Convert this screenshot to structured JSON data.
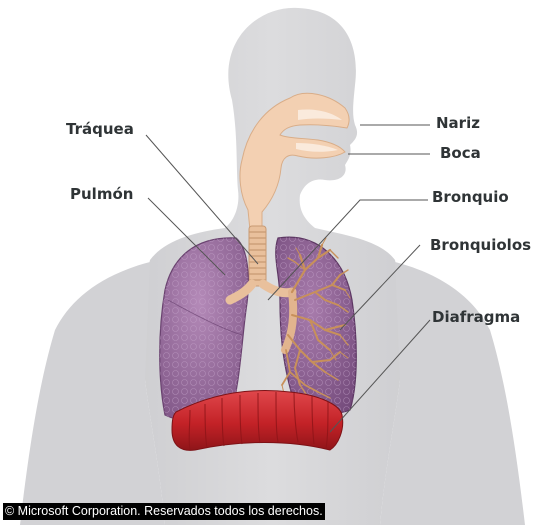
{
  "labels": {
    "nose": "Nariz",
    "mouth": "Boca",
    "trachea": "Tráquea",
    "lung": "Pulmón",
    "bronchus": "Bronquio",
    "bronchioles": "Bronquiolos",
    "diaphragm": "Diafragma"
  },
  "copyright": "© Microsoft Corporation. Reservados todos los derechos.",
  "colors": {
    "body": "#d7d7d9",
    "airway": "#f3d0b2",
    "lung": "#956a9b",
    "bronchioles": "#c8905a",
    "diaphragm": "#c7272b",
    "label_text": "#2f3436",
    "leader_line": "#555555"
  }
}
